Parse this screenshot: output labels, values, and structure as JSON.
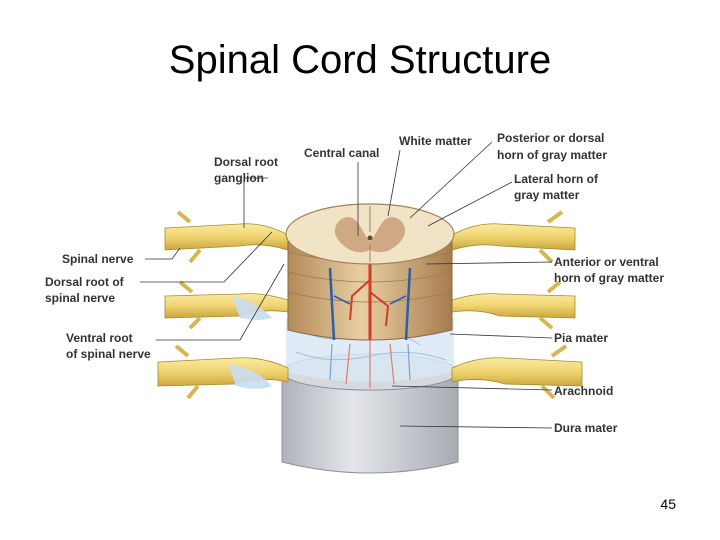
{
  "slide": {
    "title": "Spinal Cord Structure",
    "page_number": "45"
  },
  "labels": {
    "dorsal_root_ganglion": [
      "Dorsal root",
      "ganglion"
    ],
    "central_canal": "Central canal",
    "white_matter": "White matter",
    "posterior_horn": [
      "Posterior or dorsal",
      "horn of gray matter"
    ],
    "lateral_horn": [
      "Lateral horn of",
      "gray matter"
    ],
    "spinal_nerve": "Spinal nerve",
    "dorsal_root": [
      "Dorsal root of",
      "spinal nerve"
    ],
    "anterior_horn": [
      "Anterior or ventral",
      "horn of gray matter"
    ],
    "ventral_root": [
      "Ventral root",
      "of spinal nerve"
    ],
    "pia_mater": "Pia mater",
    "arachnoid": "Arachnoid",
    "dura_mater": "Dura mater"
  },
  "colors": {
    "white_matter": "#f1e3c6",
    "gray_matter": "#c79a72",
    "nerve": "#f0d470",
    "dura": "#c9ccd2",
    "artery": "#d43a2a",
    "vein": "#2d5fa8",
    "arachnoid": "#b9d3ec"
  }
}
